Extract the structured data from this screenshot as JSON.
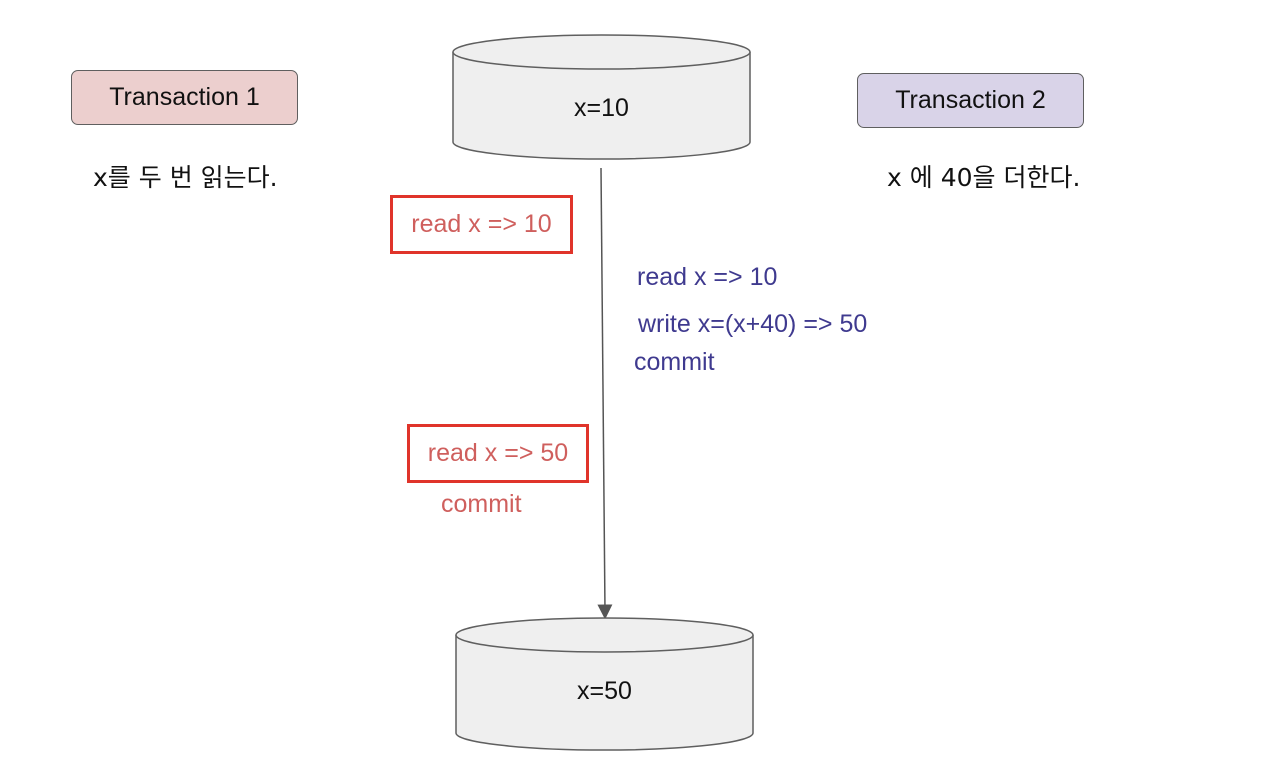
{
  "transaction1": {
    "title": "Transaction 1",
    "description": "x를 두 번 읽는다.",
    "read_first": "read x => 10",
    "read_second": "read x => 50",
    "commit": "commit"
  },
  "transaction2": {
    "title": "Transaction 2",
    "description": "x 에 40을 더한다.",
    "read": "read x => 10",
    "write": "write x=(x+40) => 50",
    "commit": "commit"
  },
  "database": {
    "initial": "x=10",
    "final": "x=50"
  },
  "colors": {
    "transaction1_fill": "#eccfce",
    "transaction2_fill": "#d9d3e8",
    "transaction1_text": "#cf5f5d",
    "transaction2_text": "#3f3a8f",
    "highlight_border": "#e0342a",
    "database_fill": "#efefef"
  }
}
